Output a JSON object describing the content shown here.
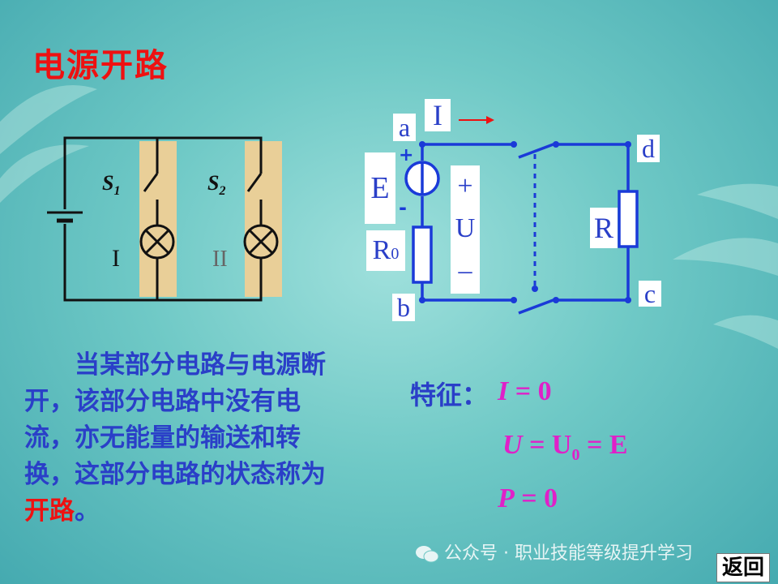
{
  "title": "电源开路",
  "description": {
    "text_before": "当某部分电路与电源断开，该部分电路中没有电流，亦无能量的输送和转换，这部分电路的状态称为",
    "highlight": "开路",
    "text_after": "。"
  },
  "left_circuit": {
    "switch1_label": "S",
    "switch1_sub": "1",
    "switch2_label": "S",
    "switch2_sub": "2",
    "lamp1_label": "I",
    "lamp2_label": "II"
  },
  "right_circuit": {
    "node_a": "a",
    "node_b": "b",
    "node_c": "c",
    "node_d": "d",
    "current_label": "I",
    "source_label": "E",
    "internal_resistance": "R",
    "internal_resistance_sub": "0",
    "load_label": "R",
    "plus_sign": "+",
    "voltage_plus": "+",
    "voltage_label": "U",
    "voltage_minus": "–",
    "source_minus": "-"
  },
  "features": {
    "label": "特征：",
    "f1_var": "I",
    "f1_rest": " = 0",
    "f2_a": "U",
    "f2_b": " = U",
    "f2_sub": "0",
    "f2_c": " = E",
    "f3_var": "P",
    "f3_rest": " = 0"
  },
  "watermark": "公众号 · 职业技能等级提升学习",
  "back_button": "返回",
  "colors": {
    "title": "#ee1111",
    "body_text": "#2a3fc8",
    "formula": "#e020c8",
    "circuit_wire": "#1a3ad8",
    "arrow": "#ee1111"
  }
}
